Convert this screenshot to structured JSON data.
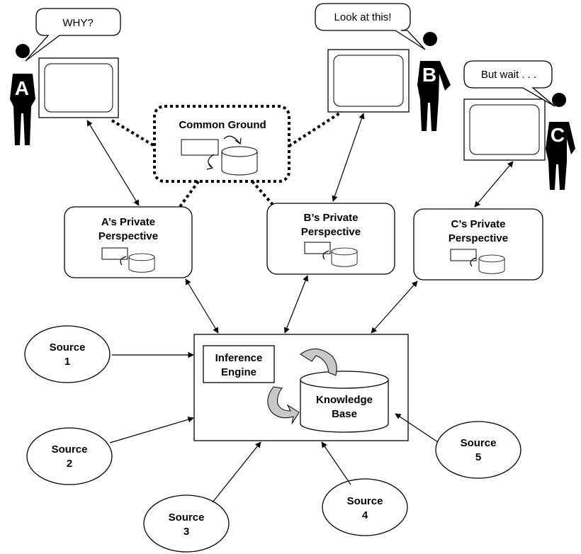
{
  "speech": {
    "a": "WHY?",
    "b": "Look at this!",
    "c": "But wait . . ."
  },
  "persons": {
    "a": "A",
    "b": "B",
    "c": "C"
  },
  "common_ground": "Common Ground",
  "perspectives": {
    "a": [
      "A’s Private",
      "Perspective"
    ],
    "b": [
      "B’s  Private",
      "Perspective"
    ],
    "c": [
      "C’s  Private",
      "Perspective"
    ]
  },
  "inference_engine": [
    "Inference",
    "Engine"
  ],
  "knowledge_base": [
    "Knowledge",
    "Base"
  ],
  "sources": [
    [
      "Source",
      "1"
    ],
    [
      "Source",
      "2"
    ],
    [
      "Source",
      "3"
    ],
    [
      "Source",
      "4"
    ],
    [
      "Source",
      "5"
    ]
  ]
}
